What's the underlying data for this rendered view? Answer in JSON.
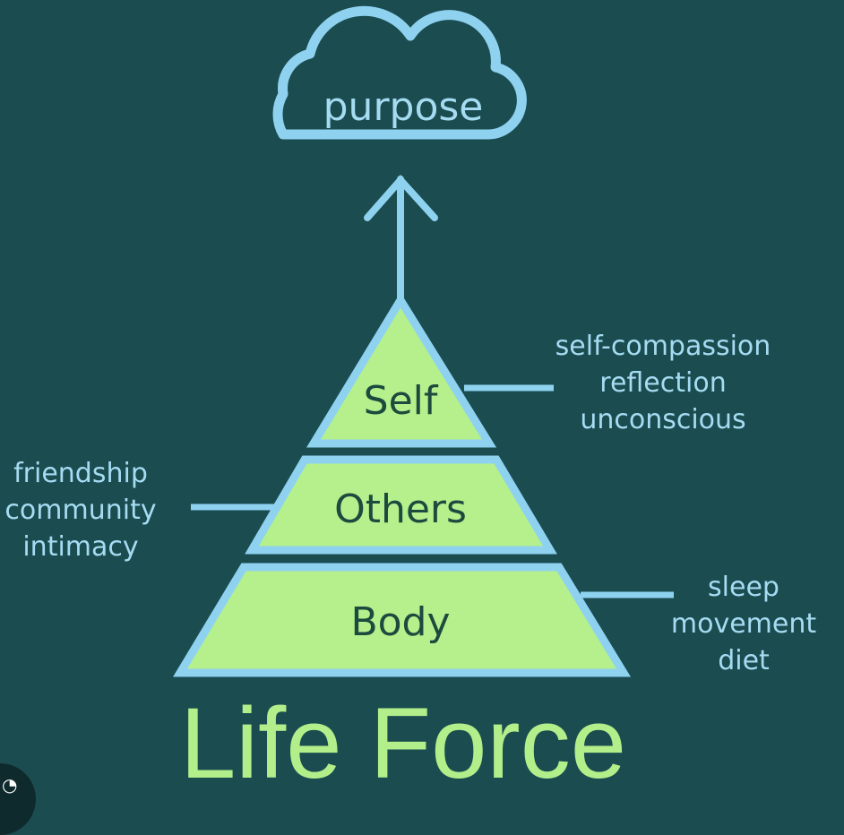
{
  "cloud_label": "purpose",
  "tiers": [
    {
      "label": "Self",
      "notes": [
        "self-compassion",
        "reflection",
        "unconscious"
      ]
    },
    {
      "label": "Others",
      "notes": [
        "friendship",
        "community",
        "intimacy"
      ]
    },
    {
      "label": "Body",
      "notes": [
        "sleep",
        "movement",
        "diet"
      ]
    }
  ],
  "title": "Life Force",
  "colors": {
    "background": "#1a4c50",
    "outline": "#8fd2f0",
    "fill": "#b5f08c",
    "text": "#1d4a3e",
    "title": "#b2ee8a"
  }
}
